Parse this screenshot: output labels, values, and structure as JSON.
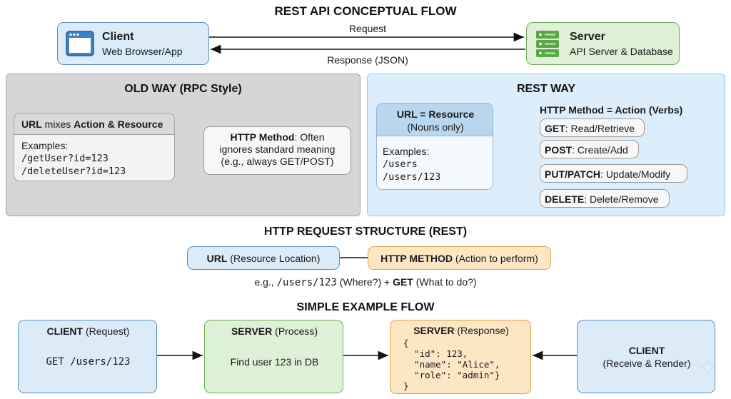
{
  "title_main": "REST API CONCEPTUAL FLOW",
  "client": {
    "title": "Client",
    "subtitle": "Web Browser/App"
  },
  "server": {
    "title": "Server",
    "subtitle": "API Server & Database"
  },
  "arrows": {
    "request": "Request",
    "response": "Response (JSON)"
  },
  "old_way": {
    "title": "OLD WAY (RPC Style)",
    "url_box": {
      "pre": "URL",
      "mid": " mixes ",
      "bold": "Action & Resource"
    },
    "examples_label": "Examples:",
    "examples": [
      "/getUser?id=123",
      "/deleteUser?id=123"
    ],
    "method_box": {
      "bold": "HTTP Method",
      "rest": ": Often",
      "line2": "ignores standard meaning",
      "line3": "(e.g., always GET/POST)"
    }
  },
  "rest_way": {
    "title": "REST WAY",
    "url_box": {
      "line1": "URL = Resource",
      "line2": "(Nouns only)"
    },
    "examples_label": "Examples:",
    "examples": [
      "/users",
      "/users/123"
    ],
    "methods_title": "HTTP Method = Action (Verbs)",
    "methods": [
      {
        "verb": "GET",
        "desc": ": Read/Retrieve"
      },
      {
        "verb": "POST",
        "desc": ": Create/Add"
      },
      {
        "verb": "PUT/PATCH",
        "desc": ": Update/Modify"
      },
      {
        "verb": "DELETE",
        "desc": ": Delete/Remove"
      }
    ]
  },
  "structure": {
    "title": "HTTP REQUEST STRUCTURE (REST)",
    "url": {
      "bold": "URL",
      "rest": " (Resource Location)"
    },
    "method": {
      "bold": "HTTP METHOD",
      "rest": " (Action to perform)"
    },
    "example": {
      "pre": "e.g., ",
      "code": "/users/123",
      "mid": " (Where?) + ",
      "bold": "GET",
      "post": " (What to do?)"
    }
  },
  "simple": {
    "title": "SIMPLE EXAMPLE FLOW",
    "step1": {
      "bold": "CLIENT",
      "rest": " (Request)",
      "body": "GET /users/123"
    },
    "step2": {
      "bold": "SERVER",
      "rest": " (Process)",
      "body": "Find user 123 in DB"
    },
    "step3": {
      "bold": "SERVER",
      "rest": " (Response)",
      "json": [
        "{",
        "  \"id\": 123,",
        "  \"name\": \"Alice\",",
        "  \"role\": \"admin\"}",
        "}"
      ]
    },
    "step4": {
      "bold": "CLIENT",
      "body": "(Receive & Render)"
    }
  },
  "colors": {
    "blue": "#dcebf8",
    "green": "#def0d6",
    "orange": "#fde6c4",
    "gray": "#d9d9d9"
  }
}
